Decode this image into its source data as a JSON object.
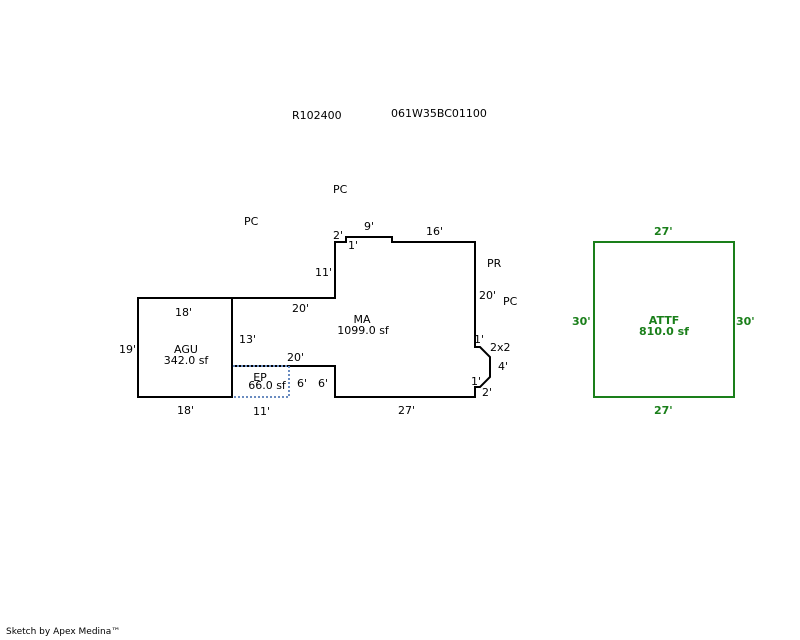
{
  "header": {
    "parcel_id": "R102400",
    "map_number": "061W35BC01100"
  },
  "colors": {
    "outline": "#000000",
    "ep_dotted": "#6a8cc0",
    "attf": "#1a7f1a"
  },
  "annotations": {
    "pc_top": "PC",
    "pc_left": "PC",
    "pr": "PR",
    "pc_right": "PC"
  },
  "areas": {
    "ma": {
      "code": "MA",
      "area": "1099.0 sf"
    },
    "agu": {
      "code": "AGU",
      "area": "342.0 sf"
    },
    "ep": {
      "code": "EP",
      "area": "66.0 sf"
    },
    "attf": {
      "code": "ATTF",
      "area": "810.0 sf"
    }
  },
  "dimensions": {
    "ma": {
      "top_step_left": "2'",
      "top_step_inner": "1'",
      "top_bump": "9'",
      "top_right": "16'",
      "left_upper": "11'",
      "ledge": "20'",
      "right": "20'",
      "bay_top": "1'",
      "bay_diag": "2x2",
      "bay_side": "4'",
      "bay_bottom": "1'",
      "bay_bottom_step": "2'",
      "bottom": "27'",
      "left_lower": "13'",
      "ep_top": "20'",
      "notch_a": "6'",
      "notch_b": "6'"
    },
    "agu": {
      "top": "18'",
      "bottom": "18'",
      "left": "19'"
    },
    "ep": {
      "bottom": "11'"
    },
    "attf": {
      "top": "27'",
      "bottom": "27'",
      "left": "30'",
      "right": "30'"
    }
  },
  "footer": {
    "credit": "Sketch by Apex Medina™"
  }
}
